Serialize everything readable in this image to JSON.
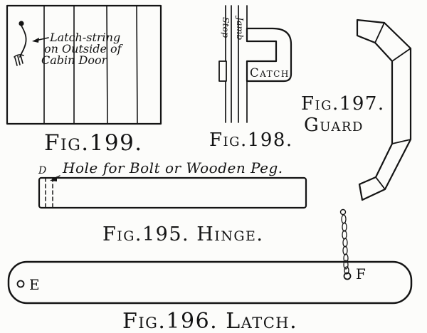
{
  "paper_color": "#fcfcfa",
  "ink_color": "#141414",
  "fig199": {
    "caption": "Fig.199.",
    "note_line1": "Latch-string",
    "note_line2": "on Outside of",
    "note_line3": "Cabin Door"
  },
  "fig198": {
    "caption": "Fig.198.",
    "stop_label": "Stop",
    "jamb_label": "Jamb",
    "catch_label": "Catch"
  },
  "fig197": {
    "caption": "Fig.197.",
    "name_label": "Guard"
  },
  "fig195": {
    "caption": "Fig.195. Hinge.",
    "note": "Hole for Bolt or Wooden Peg.",
    "point_d": "D"
  },
  "f196_note": "",
  "fig196": {
    "caption": "Fig.196. Latch.",
    "point_e": "E",
    "point_f": "F"
  }
}
